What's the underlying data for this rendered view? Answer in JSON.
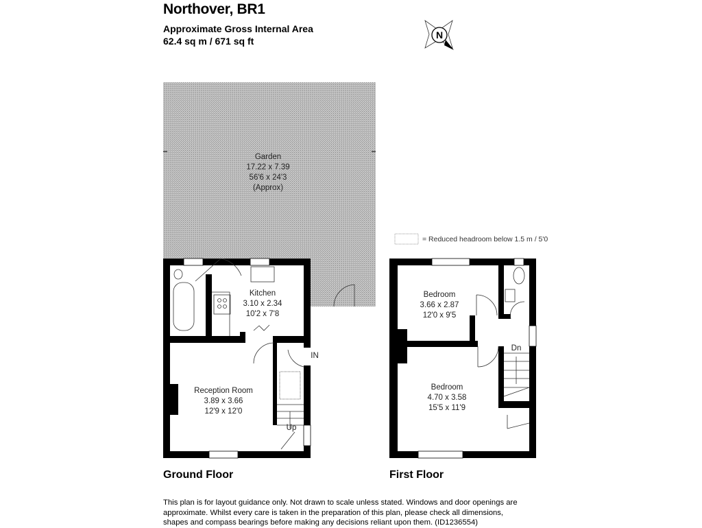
{
  "header": {
    "title": "Northover, BR1",
    "area_label": "Approximate Gross Internal Area",
    "area_value": "62.4 sq m / 671 sq ft",
    "compass_letter": "N"
  },
  "legend": {
    "text": "=  Reduced headroom below 1.5 m / 5'0"
  },
  "ground_floor": {
    "label": "Ground Floor",
    "rooms": [
      {
        "name": "Garden",
        "metric": "17.22 x 7.39",
        "imperial": "56'6 x 24'3",
        "note": "(Approx)"
      },
      {
        "name": "Kitchen",
        "metric": "3.10 x 2.34",
        "imperial": "10'2 x 7'8"
      },
      {
        "name": "Reception Room",
        "metric": "3.89 x 3.66",
        "imperial": "12'9 x 12'0"
      }
    ],
    "entrance": "IN",
    "stairs": "Up"
  },
  "first_floor": {
    "label": "First Floor",
    "rooms": [
      {
        "name": "Bedroom",
        "metric": "3.66 x 2.87",
        "imperial": "12'0 x 9'5"
      },
      {
        "name": "Bedroom",
        "metric": "4.70 x 3.58",
        "imperial": "15'5 x 11'9"
      }
    ],
    "stairs": "Dn"
  },
  "disclaimer": "This plan is for layout guidance only. Not drawn to scale unless stated. Windows and door openings are approximate. Whilst every care is taken in the preparation of this plan, please check all dimensions, shapes and compass bearings before making any decisions reliant upon them. (ID1236554)",
  "colors": {
    "wall": "#000000",
    "garden": "#a8a8a8",
    "text": "#222222"
  }
}
